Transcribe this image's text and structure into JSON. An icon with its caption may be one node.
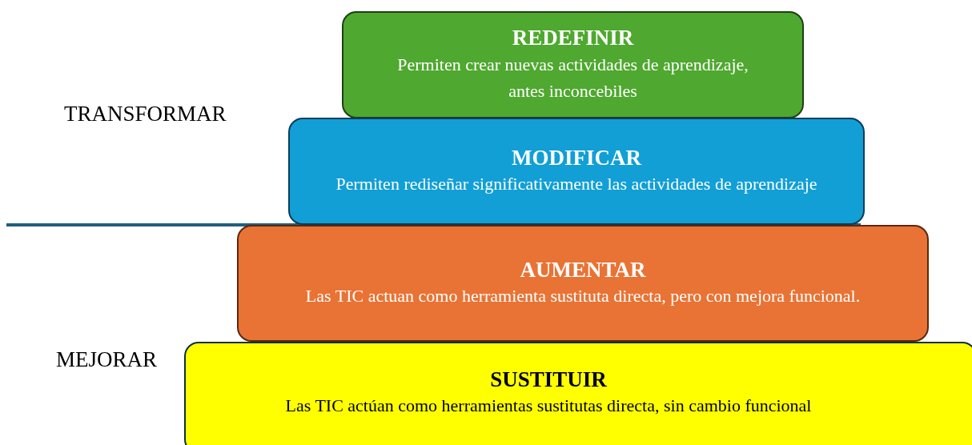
{
  "diagram": {
    "nodes": [
      {
        "text": [
          "REDEFINIR",
          "Permiten crear nuevas actividades de aprendizaje, antes inconcebiles"
        ]
      },
      {
        "text": [
          "MODIFICAR",
          "Permiten rediseñar significativamente las actividades de aprendizaje"
        ]
      },
      {
        "text": [
          "AUMENTAR",
          "Las TIC actuan como herramienta sustituta directa, pero con mejora funcional."
        ]
      },
      {
        "text": [
          "SUSTITUIR",
          "Las TIC actúan como herramientas sustitutas directa, sin cambio funcional"
        ]
      }
    ],
    "labels": [
      "TRANSFORMAR",
      "MEJORAR"
    ]
  }
}
